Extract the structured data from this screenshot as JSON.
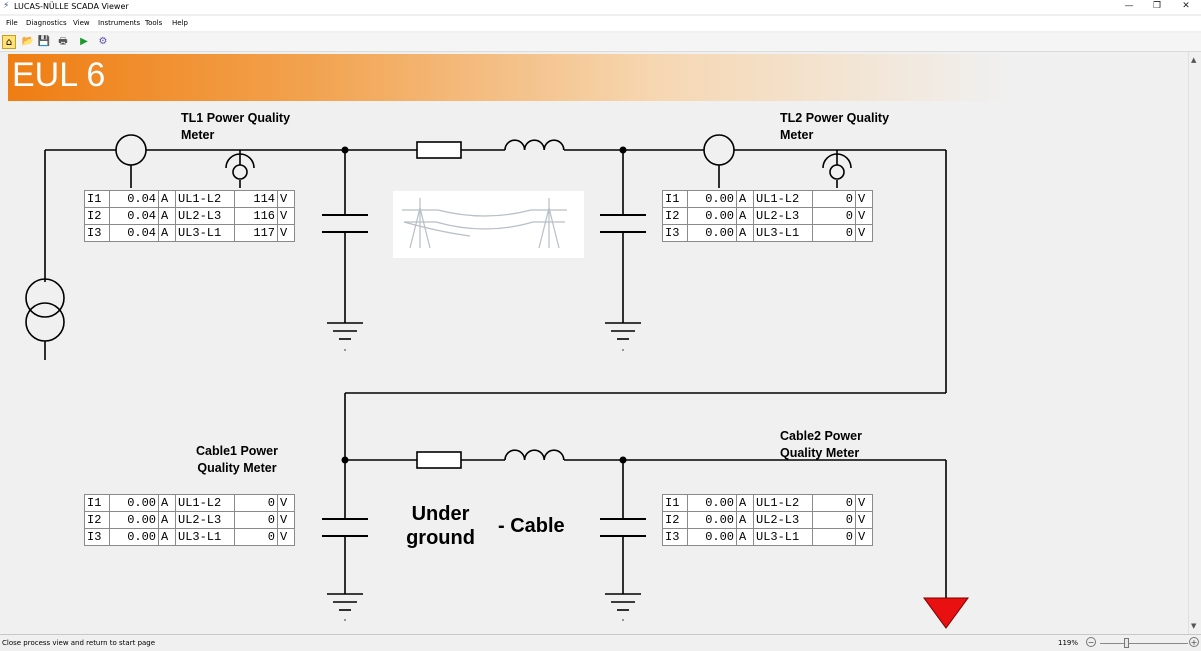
{
  "window": {
    "title": "LUCAS-NÜLLE SCADA Viewer",
    "app_icon": "tower-icon",
    "minimize_glyph": "—",
    "restore_glyph": "❐",
    "close_glyph": "✕"
  },
  "menu": [
    "File",
    "Diagnostics",
    "View",
    "Instruments",
    "Tools",
    "Help"
  ],
  "toolbar": {
    "home_glyph": "⌂",
    "open_glyph": "📂",
    "save_glyph": "💾",
    "print_glyph": "🖶",
    "run_glyph": "▶",
    "settings_glyph": "⚙"
  },
  "header": {
    "title": "EUL 6",
    "accent": "#ef7d12"
  },
  "labels": {
    "tl1": [
      "TL1 Power Quality",
      "Meter"
    ],
    "tl2": [
      "TL2 Power Quality",
      "Meter"
    ],
    "cable1": [
      "Cable1 Power",
      "Quality Meter"
    ],
    "cable2": [
      "Cable2 Power",
      "Quality Meter"
    ],
    "underground": [
      "Under",
      "ground"
    ],
    "cable": "- Cable"
  },
  "meters": {
    "tl1": {
      "rows": [
        {
          "id": "I1",
          "val": "0.04",
          "unit": "A",
          "lbl": "UL1-L2",
          "v": "114",
          "vu": "V"
        },
        {
          "id": "I2",
          "val": "0.04",
          "unit": "A",
          "lbl": "UL2-L3",
          "v": "116",
          "vu": "V"
        },
        {
          "id": "I3",
          "val": "0.04",
          "unit": "A",
          "lbl": "UL3-L1",
          "v": "117",
          "vu": "V"
        }
      ]
    },
    "tl2": {
      "rows": [
        {
          "id": "I1",
          "val": "0.00",
          "unit": "A",
          "lbl": "UL1-L2",
          "v": "0",
          "vu": "V"
        },
        {
          "id": "I2",
          "val": "0.00",
          "unit": "A",
          "lbl": "UL2-L3",
          "v": "0",
          "vu": "V"
        },
        {
          "id": "I3",
          "val": "0.00",
          "unit": "A",
          "lbl": "UL3-L1",
          "v": "0",
          "vu": "V"
        }
      ]
    },
    "cable1": {
      "rows": [
        {
          "id": "I1",
          "val": "0.00",
          "unit": "A",
          "lbl": "UL1-L2",
          "v": "0",
          "vu": "V"
        },
        {
          "id": "I2",
          "val": "0.00",
          "unit": "A",
          "lbl": "UL2-L3",
          "v": "0",
          "vu": "V"
        },
        {
          "id": "I3",
          "val": "0.00",
          "unit": "A",
          "lbl": "UL3-L1",
          "v": "0",
          "vu": "V"
        }
      ]
    },
    "cable2": {
      "rows": [
        {
          "id": "I1",
          "val": "0.00",
          "unit": "A",
          "lbl": "UL1-L2",
          "v": "0",
          "vu": "V"
        },
        {
          "id": "I2",
          "val": "0.00",
          "unit": "A",
          "lbl": "UL2-L3",
          "v": "0",
          "vu": "V"
        },
        {
          "id": "I3",
          "val": "0.00",
          "unit": "A",
          "lbl": "UL3-L1",
          "v": "0",
          "vu": "V"
        }
      ]
    }
  },
  "load_color": "#e81010",
  "status": {
    "message": "Close process view and return to start page",
    "zoom": "119%",
    "zoom_minus": "−",
    "zoom_plus": "+"
  }
}
